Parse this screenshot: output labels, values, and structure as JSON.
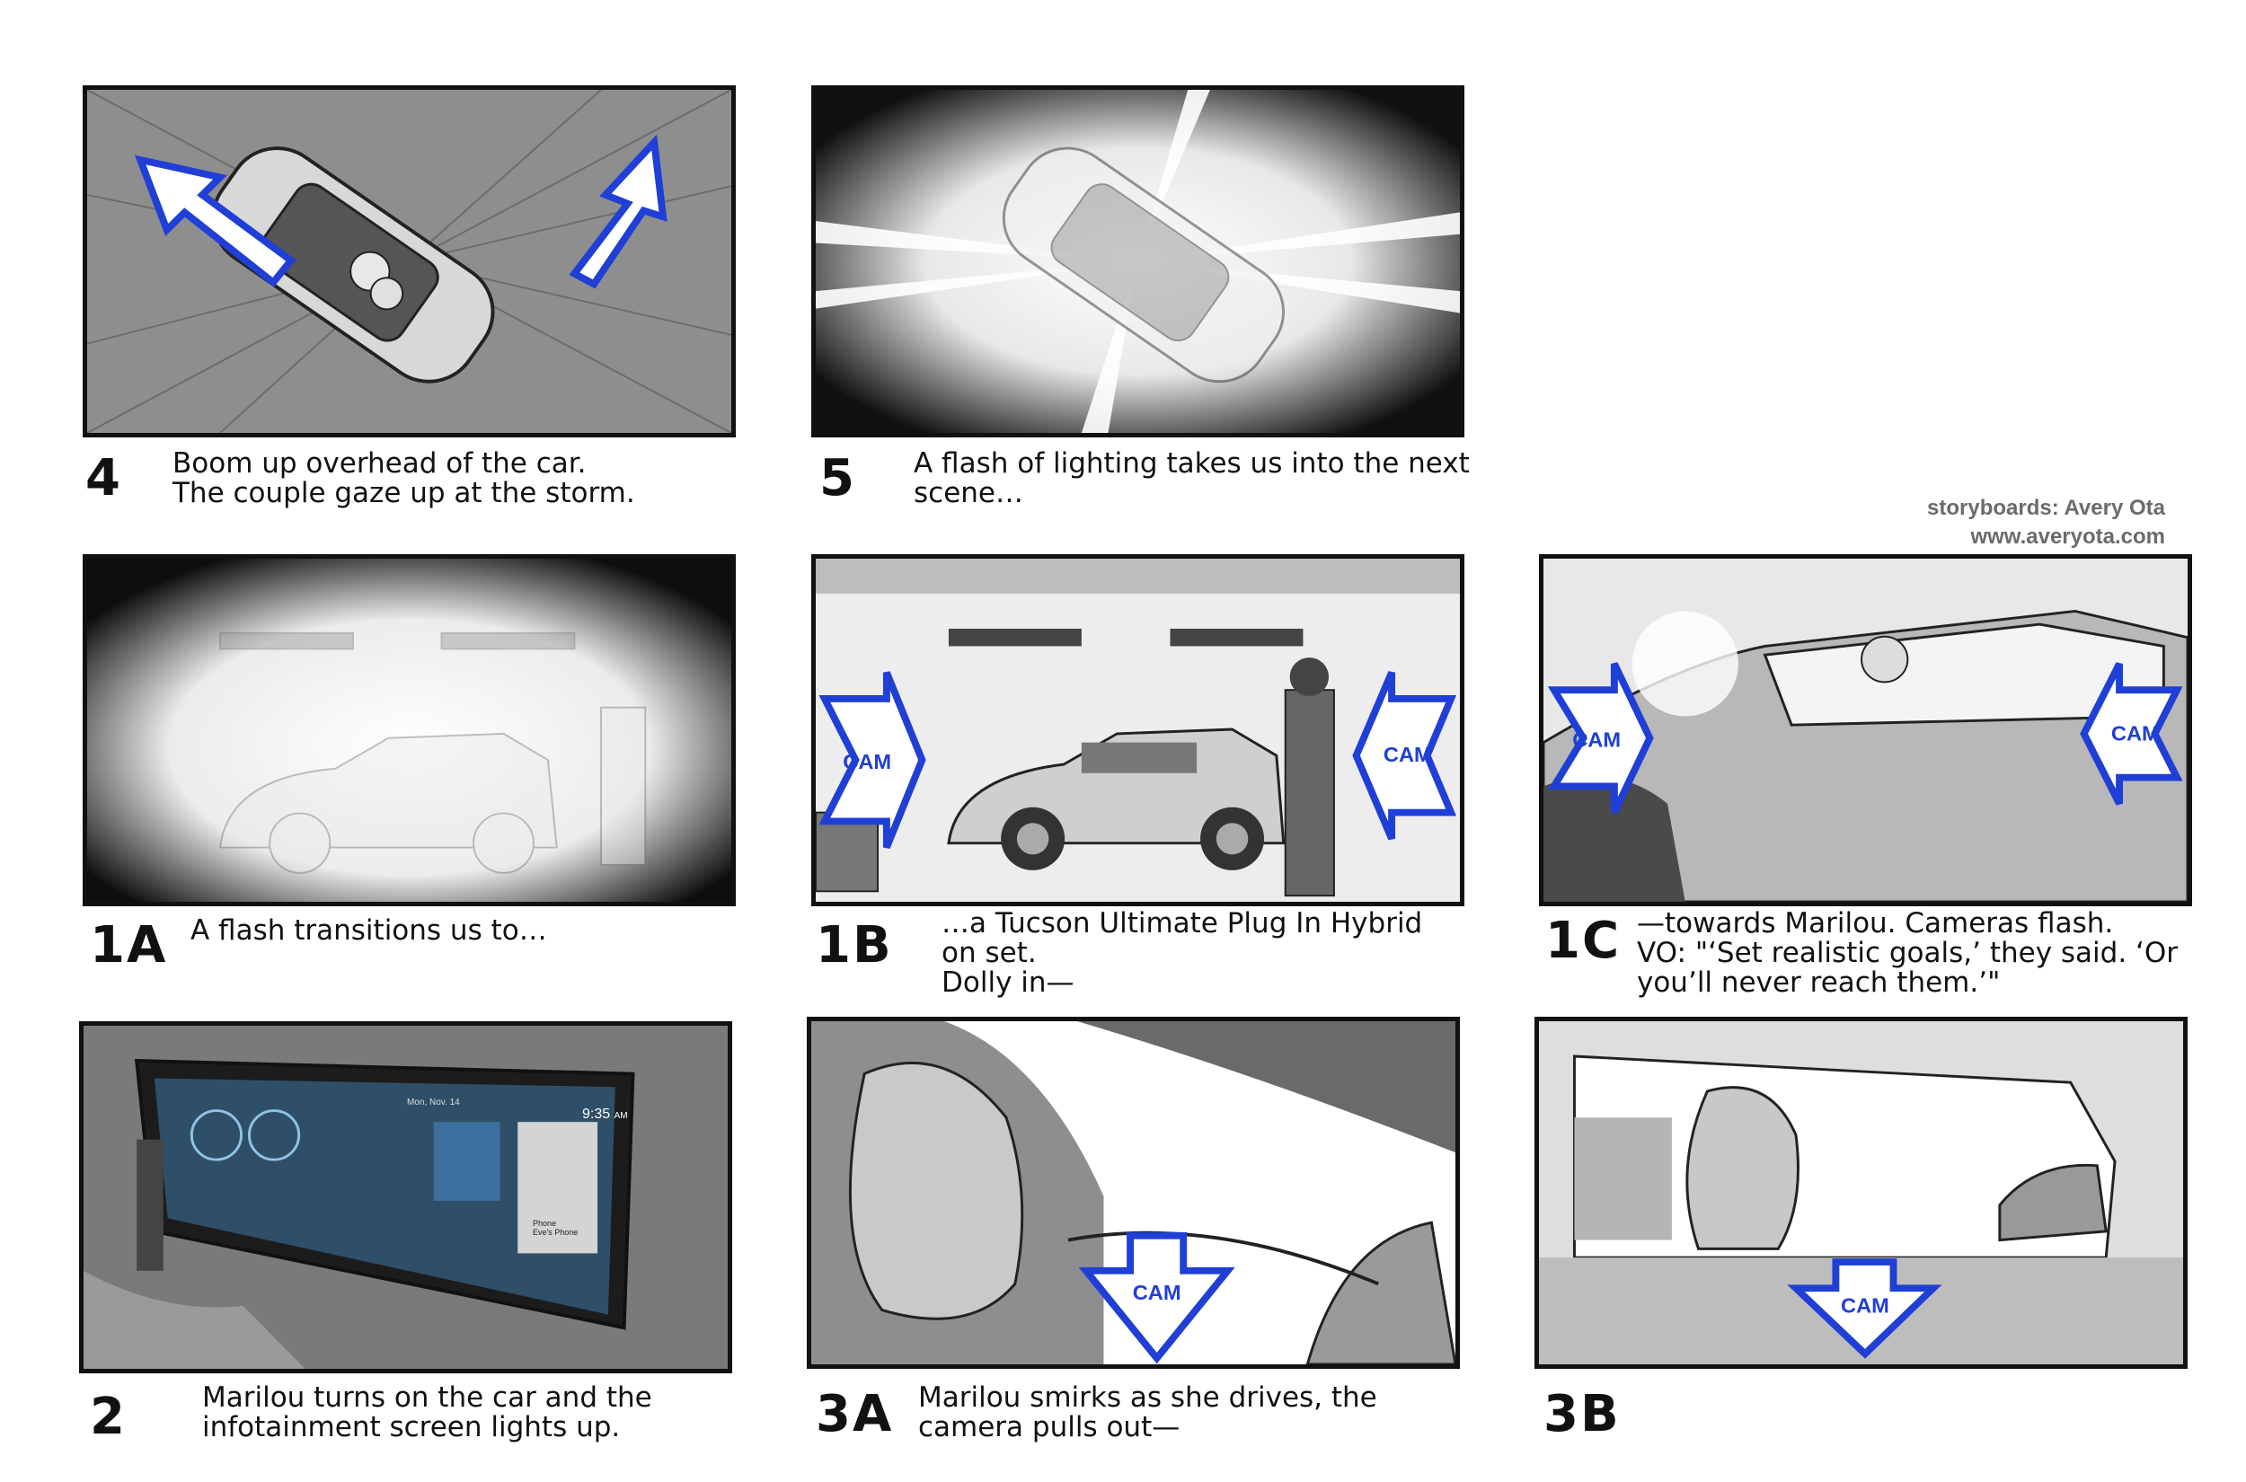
{
  "credits": {
    "line1": "storyboards: Avery Ota",
    "line2": "www.averyota.com"
  },
  "cam_label": "CAM",
  "icons": [
    "camera-direction-arrow-icon",
    "camera-move-arrow-icon"
  ],
  "colors": {
    "arrow_blue": "#1f3fd6",
    "frame": "#111111",
    "credit_gray": "#6b6b6b"
  },
  "panels": [
    {
      "number": "4",
      "lines": [
        "Boom up overhead of the car.",
        "The couple gaze up at the storm."
      ]
    },
    {
      "number": "5",
      "lines": [
        "A flash of lighting takes us into the next",
        "scene…"
      ]
    },
    {
      "number": "1A",
      "lines": [
        "A flash transitions us to…"
      ]
    },
    {
      "number": "1B",
      "lines": [
        "…a Tucson Ultimate Plug In Hybrid",
        "on set.",
        "Dolly in—"
      ]
    },
    {
      "number": "1C",
      "lines": [
        "—towards Marilou. Cameras flash.",
        "VO: \"‘Set realistic goals,’ they said. ‘Or",
        "you’ll never reach them.’\""
      ]
    },
    {
      "number": "2",
      "lines": [
        "Marilou turns on the car and the",
        "infotainment screen lights up."
      ]
    },
    {
      "number": "3A",
      "lines": [
        "Marilou smirks as she drives, the",
        "camera pulls out—"
      ]
    },
    {
      "number": "3B",
      "lines": []
    }
  ],
  "infotainment": {
    "time": "9:35",
    "ampm": "AM",
    "date": "Mon, Nov. 14",
    "phone_label": "Phone",
    "phone_sub": "Eve's Phone"
  }
}
